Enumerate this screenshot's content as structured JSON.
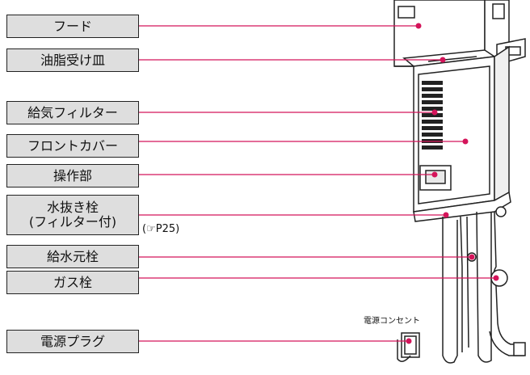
{
  "labels": [
    {
      "id": "hood",
      "text": "フード"
    },
    {
      "id": "oil_tray",
      "text": "油脂受け皿"
    },
    {
      "id": "intake_filter",
      "text": "給気フィルター"
    },
    {
      "id": "front_cover",
      "text": "フロントカバー"
    },
    {
      "id": "control_panel",
      "text": "操作部"
    },
    {
      "id": "drain_plug_1",
      "text": "水抜き栓"
    },
    {
      "id": "drain_plug_2",
      "text": "(フィルター付)"
    },
    {
      "id": "water_valve",
      "text": "給水元栓"
    },
    {
      "id": "gas_valve",
      "text": "ガス栓"
    },
    {
      "id": "power_plug",
      "text": "電源プラグ"
    }
  ],
  "notes": {
    "page_ref": "(☞P25)",
    "outlet_caption": "電源コンセント"
  },
  "colors": {
    "leader": "#d4145a",
    "box_fill": "#dedede"
  }
}
